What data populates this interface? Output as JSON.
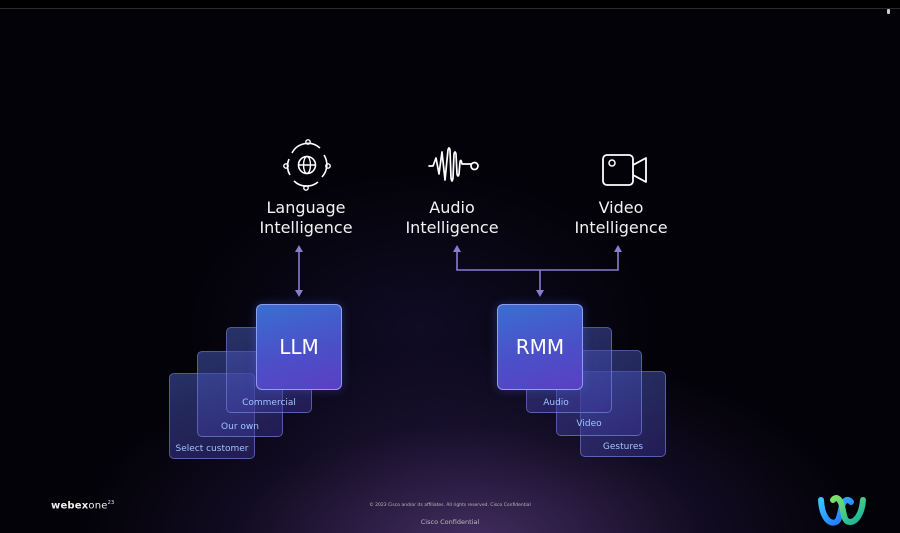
{
  "intelligences": [
    {
      "line1": "Language",
      "line2": "Intelligence",
      "icon": "globe-cycle-icon"
    },
    {
      "line1": "Audio",
      "line2": "Intelligence",
      "icon": "sound-wave-icon"
    },
    {
      "line1": "Video",
      "line2": "Intelligence",
      "icon": "video-camera-icon"
    }
  ],
  "llm": {
    "label": "LLM",
    "layers": [
      "Commercial",
      "Our own",
      "Select customer"
    ]
  },
  "rmm": {
    "label": "RMM",
    "layers": [
      "Audio",
      "Video",
      "Gestures"
    ]
  },
  "footer": {
    "logo_main": "webex",
    "logo_suffix": "one",
    "logo_sup": "23",
    "copyright": "© 2023 Cisco and/or its affiliates. All rights reserved. Cisco Confidential",
    "confidential": "Cisco Confidential"
  },
  "colors": {
    "background": "#030208",
    "connector": "#8a7ccf",
    "card_main": "#4b50c8",
    "layer_label": "#9fc4ff"
  }
}
